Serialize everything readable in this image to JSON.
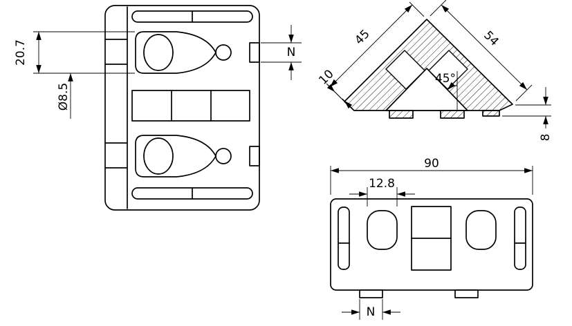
{
  "meta": {
    "type": "technical-drawing",
    "background_color": "#ffffff",
    "line_color": "#000000"
  },
  "front_view": {
    "dim_slot_pitch": "20.7",
    "dim_hole_diameter": "Ø8.5",
    "dim_groove_width": "N"
  },
  "corner_view": {
    "dim_left_leg": "45",
    "dim_right_leg": "54",
    "dim_leg_thickness": "10",
    "dim_angle": "45°",
    "dim_base_height": "8"
  },
  "top_view": {
    "dim_overall_width": "90",
    "dim_slot_width": "12.8",
    "dim_tab_width": "N"
  }
}
